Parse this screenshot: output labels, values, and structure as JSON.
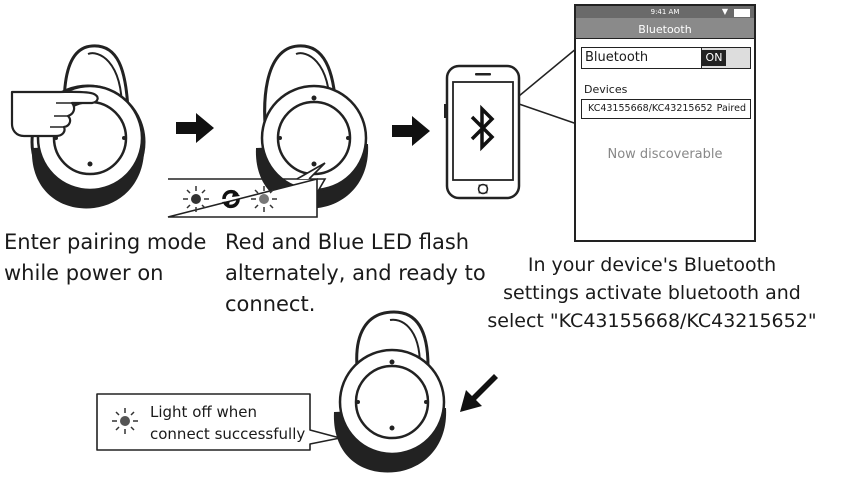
{
  "steps": [
    {
      "lines": [
        "Enter pairing mode",
        "while power on"
      ]
    },
    {
      "lines": [
        "Red and Blue LED flash",
        "alternately, and ready to",
        "connect."
      ]
    },
    {
      "lines": [
        "In your device's Bluetooth",
        "settings activate bluetooth and",
        "select \"KC43155668/KC43215652\""
      ]
    }
  ],
  "phone_screen": {
    "time": "9:41 AM",
    "title": "Bluetooth",
    "bluetooth_label": "Bluetooth",
    "toggle_label": "ON",
    "devices_header": "Devices",
    "device_name": "KC43155668/KC43215652",
    "device_status": "Paired",
    "status_message": "Now discoverable"
  },
  "callout_bottom": {
    "lines": [
      "Light off when",
      "connect successfully"
    ]
  },
  "icons": [
    "finger-press-icon",
    "led-flash-icon",
    "refresh-cycle-icon",
    "bluetooth-icon",
    "arrow-right-icon",
    "arrow-down-left-icon"
  ]
}
